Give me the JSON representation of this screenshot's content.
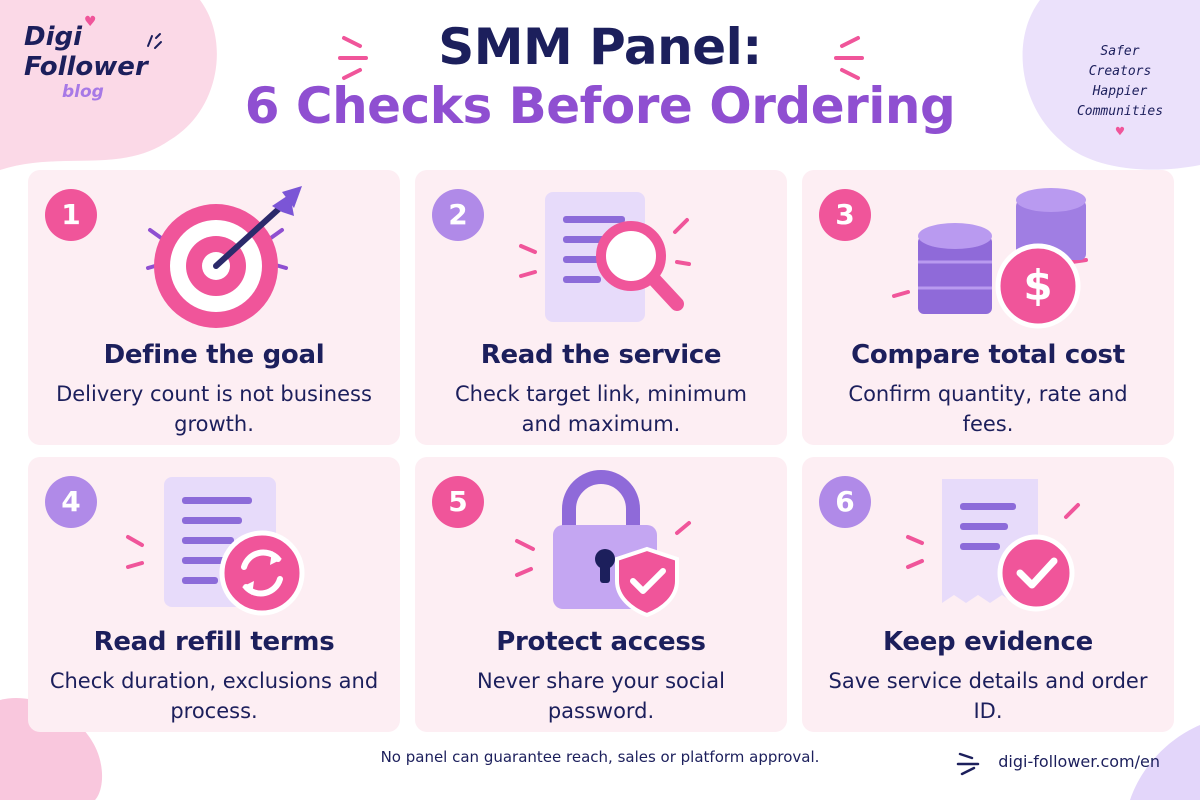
{
  "brand": {
    "line1": "Digi",
    "line2": "Follower",
    "line3": "blog"
  },
  "title": {
    "line1": "SMM Panel:",
    "line2": "6 Checks Before Ordering"
  },
  "tagline": [
    "Safer",
    "Creators",
    "Happier",
    "Communities"
  ],
  "checks": [
    {
      "number": "1",
      "title": "Define the goal",
      "body": "Delivery count is not business growth.",
      "icon": "target-arrow-icon",
      "accent": "#f0559a"
    },
    {
      "number": "2",
      "title": "Read the service",
      "body": "Check target link, minimum and maximum.",
      "icon": "document-magnifier-icon",
      "accent": "#b08ae8"
    },
    {
      "number": "3",
      "title": "Compare total cost",
      "body": "Confirm quantity, rate and fees.",
      "icon": "coins-dollar-icon",
      "accent": "#f0559a"
    },
    {
      "number": "4",
      "title": "Read refill terms",
      "body": "Check duration, exclusions and process.",
      "icon": "document-refresh-icon",
      "accent": "#b08ae8"
    },
    {
      "number": "5",
      "title": "Protect access",
      "body": "Never share your social password.",
      "icon": "padlock-shield-icon",
      "accent": "#f0559a"
    },
    {
      "number": "6",
      "title": "Keep evidence",
      "body": "Save service details and order ID.",
      "icon": "receipt-check-icon",
      "accent": "#b08ae8"
    }
  ],
  "footer": {
    "disclaimer": "No panel can guarantee reach, sales or platform approval.",
    "website": "digi-follower.com/en"
  },
  "colors": {
    "navy": "#1c1f5c",
    "purple": "#8f4fd1",
    "pink": "#f0559a",
    "lavender": "#b08ae8",
    "card": "#fdeef3"
  }
}
